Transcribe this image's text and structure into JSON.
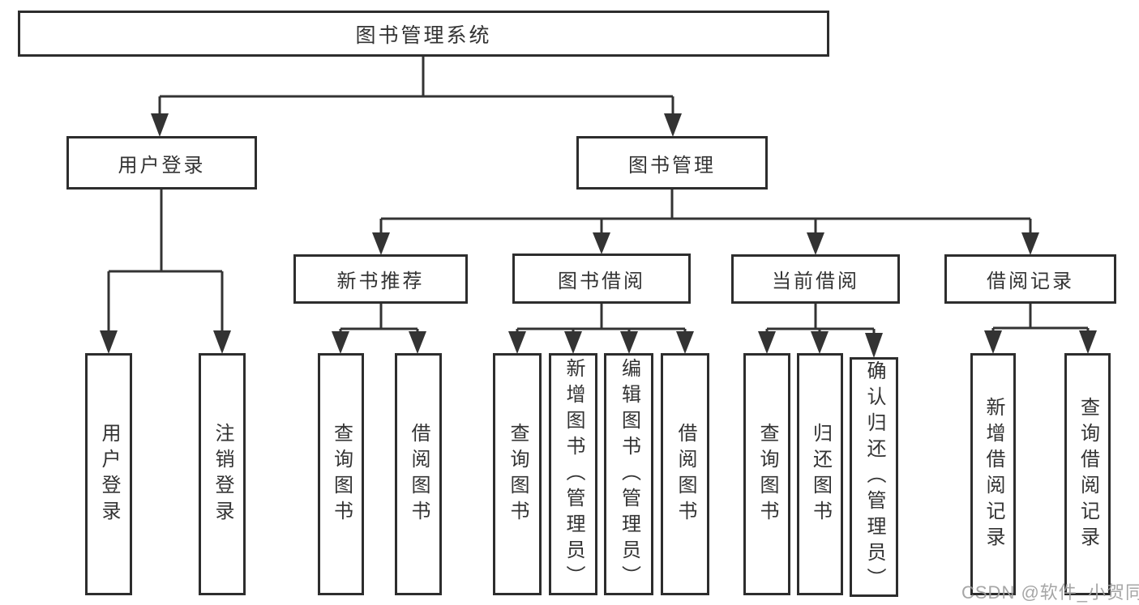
{
  "diagram": {
    "type": "hierarchy-tree",
    "root": {
      "label": "图书管理系统",
      "children": [
        {
          "label": "用户登录",
          "children": [
            {
              "label": "用户登录"
            },
            {
              "label": "注销登录"
            }
          ]
        },
        {
          "label": "图书管理",
          "children": [
            {
              "label": "新书推荐",
              "children": [
                {
                  "label": "查询图书"
                },
                {
                  "label": "借阅图书"
                }
              ]
            },
            {
              "label": "图书借阅",
              "children": [
                {
                  "label": "查询图书"
                },
                {
                  "label": "新增图书（管理员）"
                },
                {
                  "label": "编辑图书（管理员）"
                },
                {
                  "label": "借阅图书"
                }
              ]
            },
            {
              "label": "当前借阅",
              "children": [
                {
                  "label": "查询图书"
                },
                {
                  "label": "归还图书"
                },
                {
                  "label": "确认归还（管理员）"
                }
              ]
            },
            {
              "label": "借阅记录",
              "children": [
                {
                  "label": "新增借阅记录"
                },
                {
                  "label": "查询借阅记录"
                }
              ]
            }
          ]
        }
      ]
    }
  },
  "watermark": {
    "text": "CSDN @软件_小贺同学"
  },
  "colors": {
    "line": "#333333",
    "box_border": "#2d2d2d",
    "text": "#333333",
    "watermark": "#9e9e9e",
    "background": "#ffffff"
  }
}
